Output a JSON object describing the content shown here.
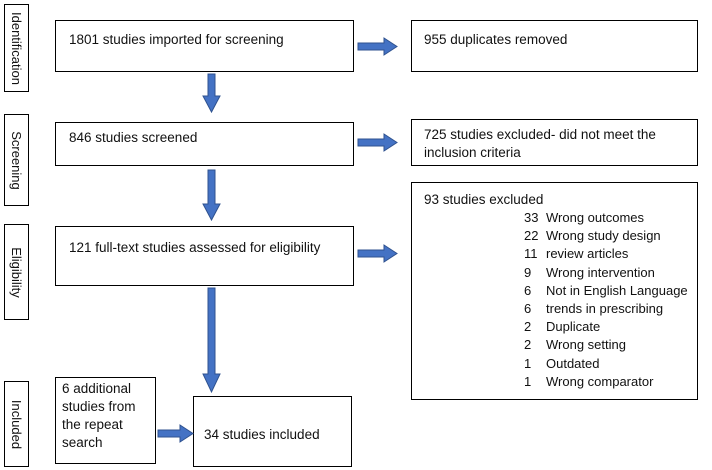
{
  "stages": {
    "identification": "Identification",
    "screening": "Screening",
    "eligibility": "Eligibility",
    "included": "Included"
  },
  "boxes": {
    "imported": "1801 studies imported for screening",
    "duplicates": "955 duplicates removed",
    "screened": "846 studies screened",
    "excluded_screening": "725 studies excluded- did not meet the inclusion criteria",
    "fulltext": "121 full-text studies assessed for eligibility",
    "excluded_fulltext_title": "93 studies excluded",
    "additional": "6 additional studies from the repeat search",
    "included": "34 studies included"
  },
  "exclusion_reasons": [
    {
      "count": "33",
      "reason": "Wrong outcomes"
    },
    {
      "count": "22",
      "reason": "Wrong study design"
    },
    {
      "count": "11",
      "reason": "review articles"
    },
    {
      "count": "9",
      "reason": "Wrong intervention"
    },
    {
      "count": "6",
      "reason": "Not in English Language"
    },
    {
      "count": "6",
      "reason": "trends in prescribing"
    },
    {
      "count": "2",
      "reason": "Duplicate"
    },
    {
      "count": "2",
      "reason": "Wrong setting"
    },
    {
      "count": "1",
      "reason": "Outdated"
    },
    {
      "count": "1",
      "reason": "Wrong comparator"
    }
  ],
  "colors": {
    "arrow_fill": "#4472C4",
    "arrow_stroke": "#2F528F",
    "border": "#000000"
  }
}
